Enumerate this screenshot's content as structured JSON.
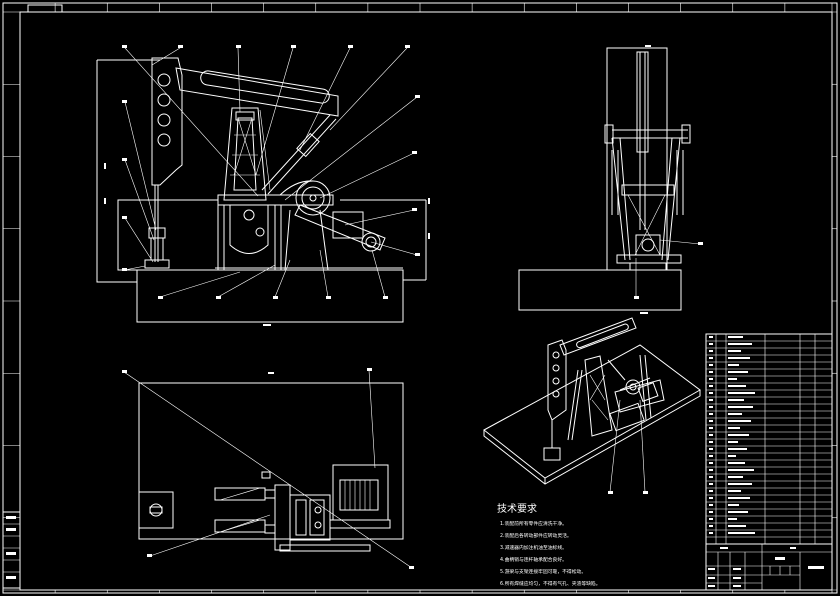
{
  "drawing": {
    "colors": {
      "background": "#000000",
      "line": "#ffffff"
    }
  },
  "notes": {
    "title": "技术要求",
    "items": [
      "1.装配前所有零件应清洗干净。",
      "2.装配后各转动部件应转动灵活。",
      "3.减速器内加注机油至油标线。",
      "4.曲柄销与连杆轴承配合良好。",
      "5.游梁与支架连接牢固可靠，不得松动。",
      "6.所有焊缝应均匀，不得有气孔、夹渣等缺陷。"
    ]
  }
}
